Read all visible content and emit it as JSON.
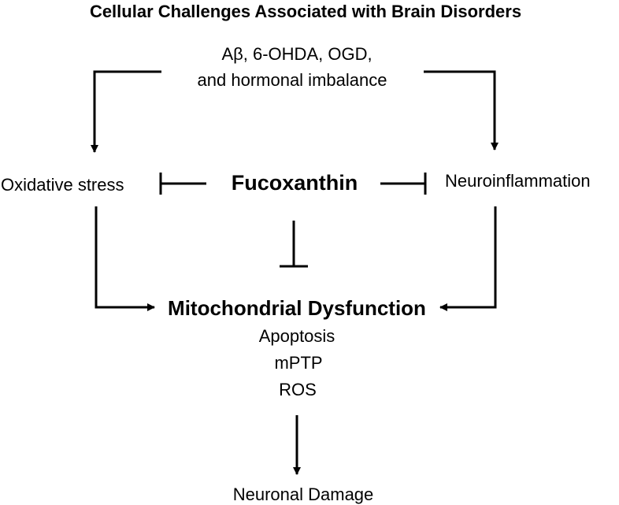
{
  "title": "Cellular Challenges Associated with Brain Disorders",
  "challenges": {
    "line1": "Aβ, 6-OHDA, OGD,",
    "line2": "and hormonal imbalance"
  },
  "nodes": {
    "oxidative_stress": "Oxidative stress",
    "fucoxanthin": "Fucoxanthin",
    "neuroinflammation": "Neuroinflammation",
    "mitochondrial_dysfunction": "Mitochondrial Dysfunction",
    "neuronal_damage": "Neuronal Damage"
  },
  "mito_items": [
    "Apoptosis",
    "mPTP",
    "ROS"
  ],
  "colors": {
    "text": "#000000",
    "line": "#000000",
    "background": "#ffffff"
  }
}
